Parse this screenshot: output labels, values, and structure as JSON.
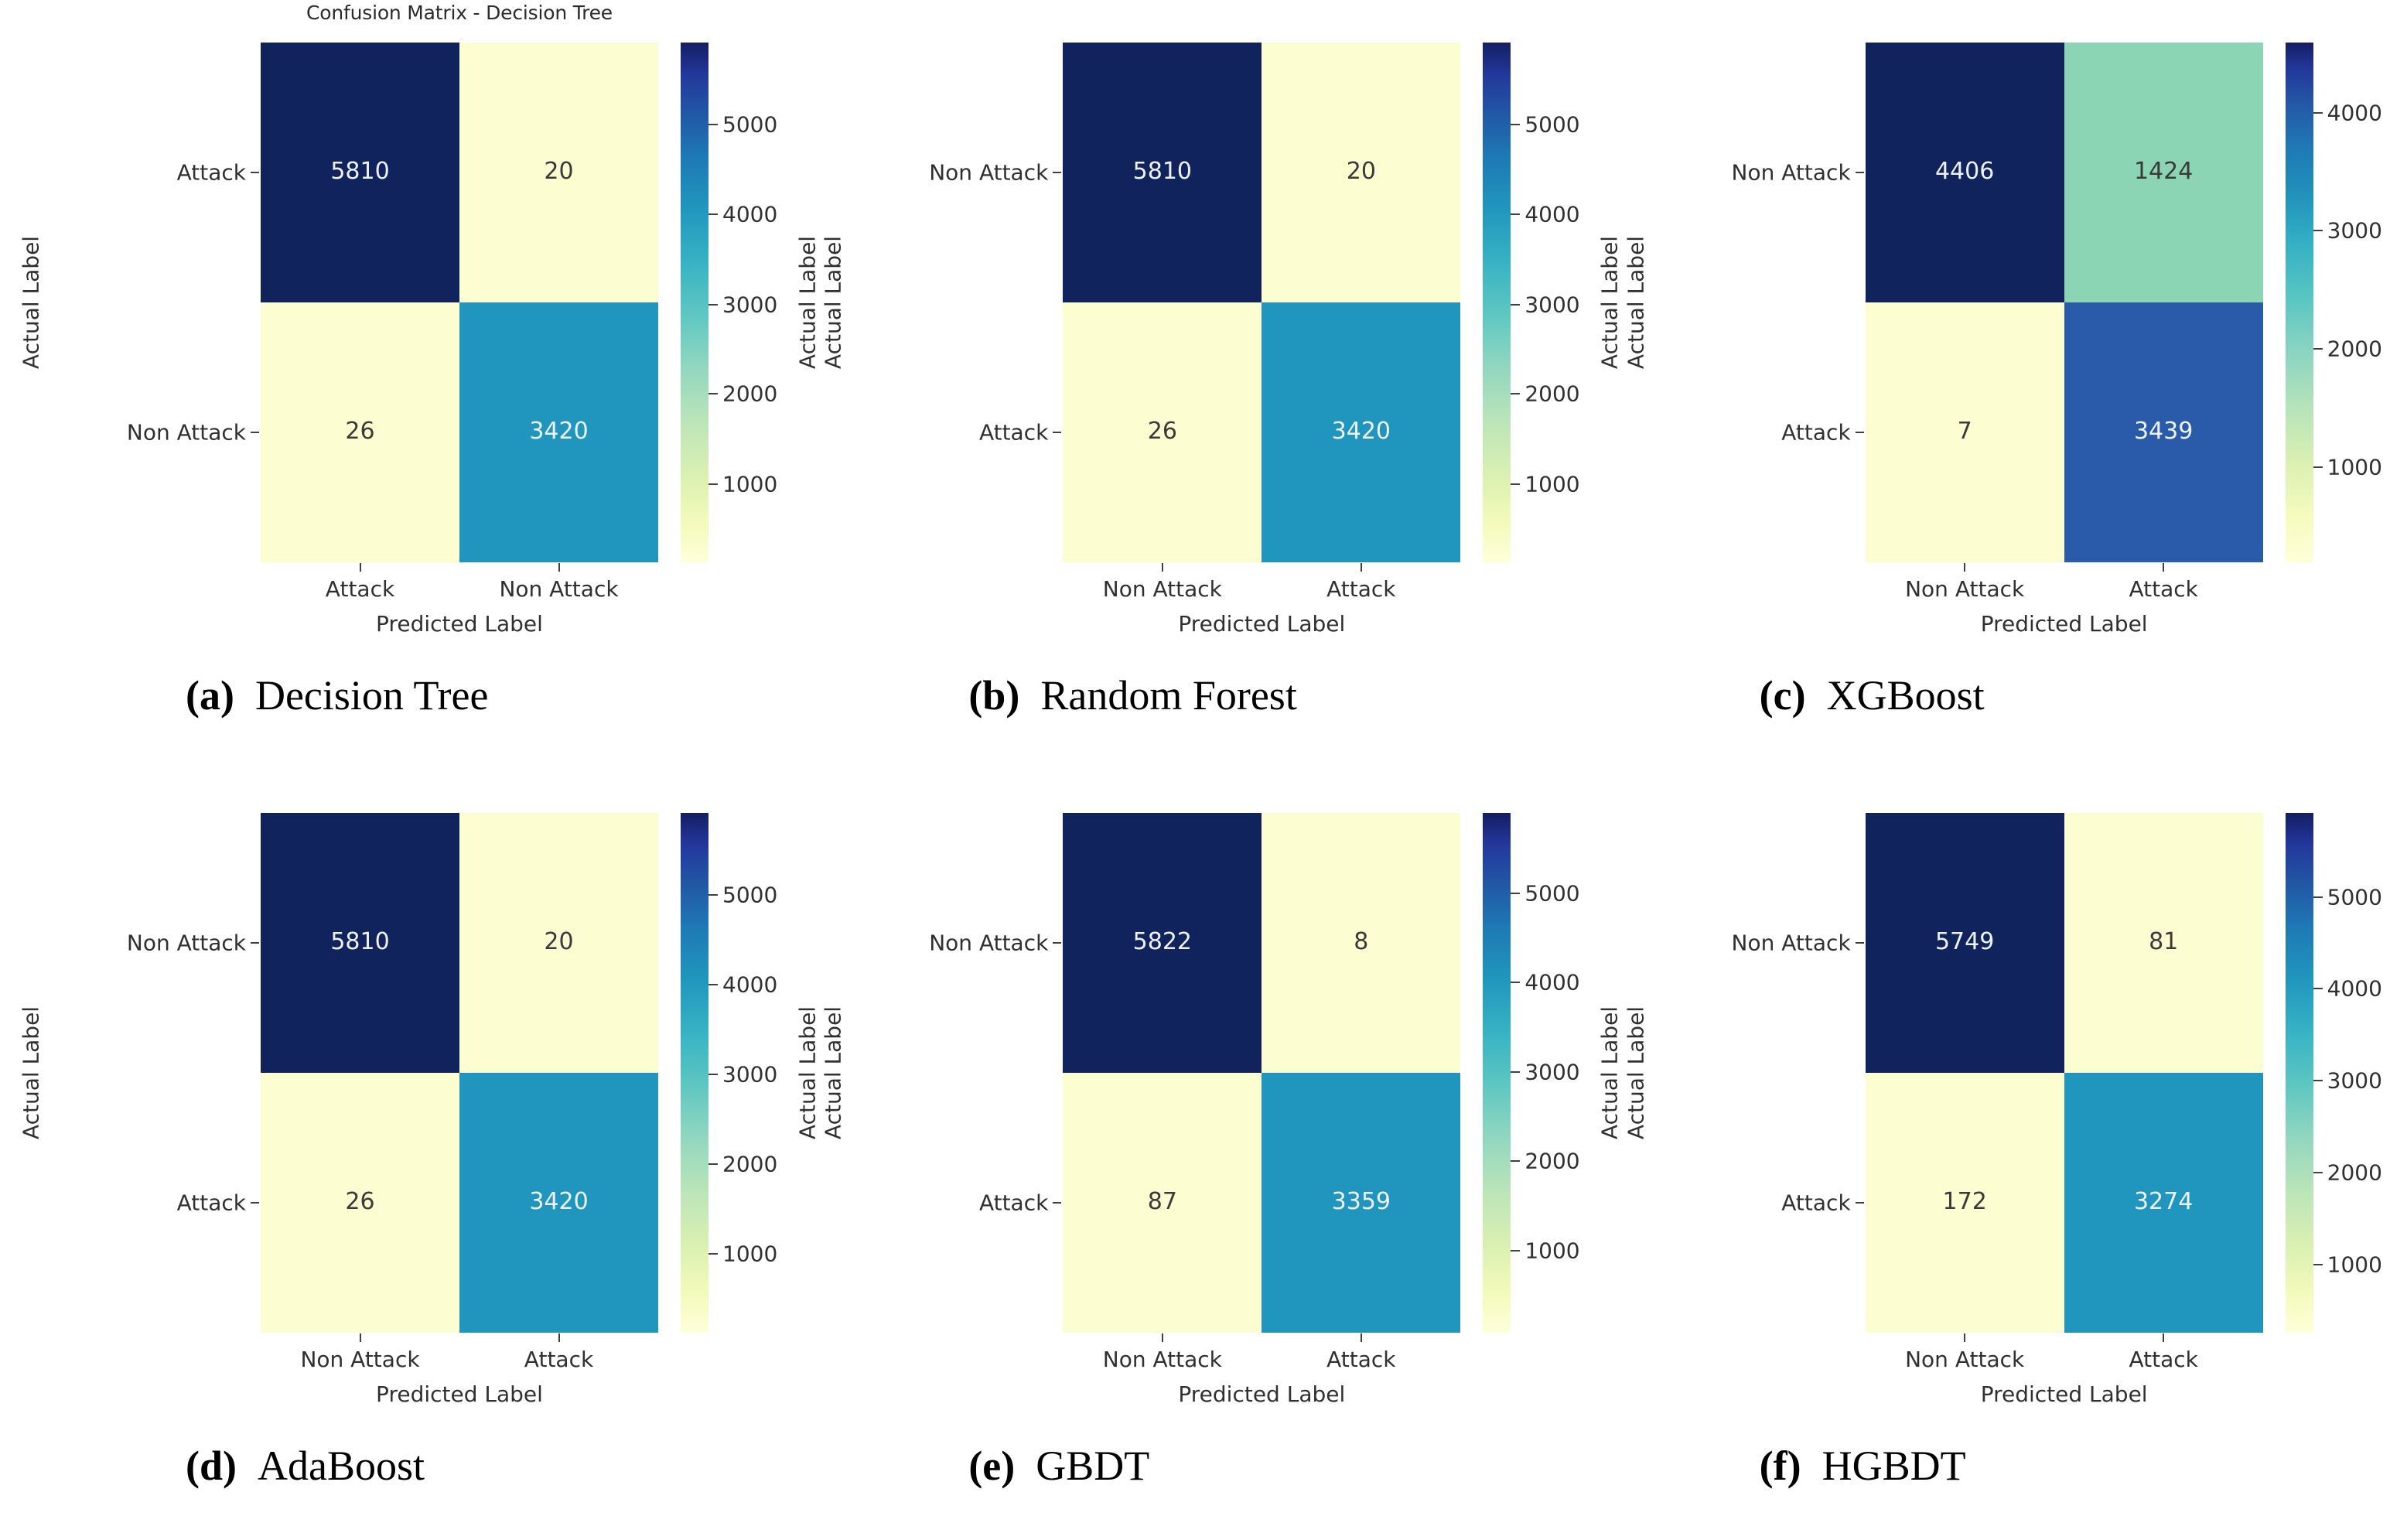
{
  "figure": {
    "rows": 2,
    "cols": 3,
    "background": "#ffffff"
  },
  "colors": {
    "cmap": "YlGnBu",
    "dark_navy": "#0d1f5c",
    "teal": "#2096be",
    "pale_yellow": "#fcfdd0",
    "mint_green": "#8cd5b4",
    "royal_blue": "#2a5bab",
    "text_dark": "#303030",
    "text_light": "#f2f5f8"
  },
  "panels": [
    {
      "id": "a",
      "caption_letter": "(a)",
      "caption_text": "Decision Tree",
      "title": "Confusion Matrix - Decision Tree",
      "xlabel": "Predicted Label",
      "ylabel": "Actual Label",
      "row_labels": [
        "Attack",
        "Non Attack"
      ],
      "col_labels": [
        "Attack",
        "Non Attack"
      ],
      "cells": [
        {
          "value": "5810",
          "bg": "#11235c",
          "fg": "#eef1f6"
        },
        {
          "value": "20",
          "bg": "#fcfdd0",
          "fg": "#3a3a3a"
        },
        {
          "value": "26",
          "bg": "#fcfdd0",
          "fg": "#3a3a3a"
        },
        {
          "value": "3420",
          "bg": "#2096be",
          "fg": "#eef1f6"
        }
      ],
      "cbar": {
        "ticks": [
          "5000",
          "4000",
          "3000",
          "2000",
          "1000"
        ],
        "tick_pos": [
          0.158,
          0.331,
          0.504,
          0.676,
          0.849
        ],
        "vmin": 20,
        "vmax": 5810
      },
      "cbar_label": "Actual Label"
    },
    {
      "id": "b",
      "caption_letter": "(b)",
      "caption_text": "Random Forest",
      "title": "",
      "xlabel": "Predicted Label",
      "ylabel": "Actual Label",
      "row_labels": [
        "Non Attack",
        "Attack"
      ],
      "col_labels": [
        "Non Attack",
        "Attack"
      ],
      "cells": [
        {
          "value": "5810",
          "bg": "#11235c",
          "fg": "#eef1f6"
        },
        {
          "value": "20",
          "bg": "#fcfdd0",
          "fg": "#3a3a3a"
        },
        {
          "value": "26",
          "bg": "#fcfdd0",
          "fg": "#3a3a3a"
        },
        {
          "value": "3420",
          "bg": "#2096be",
          "fg": "#eef1f6"
        }
      ],
      "cbar": {
        "ticks": [
          "5000",
          "4000",
          "3000",
          "2000",
          "1000"
        ],
        "tick_pos": [
          0.158,
          0.331,
          0.504,
          0.676,
          0.849
        ],
        "vmin": 20,
        "vmax": 5810
      },
      "cbar_label": "Actual Label"
    },
    {
      "id": "c",
      "caption_letter": "(c)",
      "caption_text": "XGBoost",
      "title": "",
      "xlabel": "Predicted Label",
      "ylabel": "Actual Label",
      "row_labels": [
        "Non Attack",
        "Attack"
      ],
      "col_labels": [
        "Non Attack",
        "Attack"
      ],
      "cells": [
        {
          "value": "4406",
          "bg": "#11235c",
          "fg": "#eef1f6"
        },
        {
          "value": "1424",
          "bg": "#8cd5b4",
          "fg": "#3a3a3a"
        },
        {
          "value": "7",
          "bg": "#fcfdd0",
          "fg": "#3a3a3a"
        },
        {
          "value": "3439",
          "bg": "#2a5bab",
          "fg": "#eef1f6"
        }
      ],
      "cbar": {
        "ticks": [
          "4000",
          "3000",
          "2000",
          "1000"
        ],
        "tick_pos": [
          0.135,
          0.362,
          0.59,
          0.817
        ],
        "vmin": 7,
        "vmax": 4406
      },
      "cbar_label": ""
    },
    {
      "id": "d",
      "caption_letter": "(d)",
      "caption_text": "AdaBoost",
      "title": "",
      "xlabel": "Predicted Label",
      "ylabel": "Actual Label",
      "row_labels": [
        "Non Attack",
        "Attack"
      ],
      "col_labels": [
        "Non Attack",
        "Attack"
      ],
      "cells": [
        {
          "value": "5810",
          "bg": "#11235c",
          "fg": "#eef1f6"
        },
        {
          "value": "20",
          "bg": "#fcfdd0",
          "fg": "#3a3a3a"
        },
        {
          "value": "26",
          "bg": "#fcfdd0",
          "fg": "#3a3a3a"
        },
        {
          "value": "3420",
          "bg": "#2096be",
          "fg": "#eef1f6"
        }
      ],
      "cbar": {
        "ticks": [
          "5000",
          "4000",
          "3000",
          "2000",
          "1000"
        ],
        "tick_pos": [
          0.158,
          0.331,
          0.504,
          0.676,
          0.849
        ],
        "vmin": 20,
        "vmax": 5810
      },
      "cbar_label": "Actual Label"
    },
    {
      "id": "e",
      "caption_letter": "(e)",
      "caption_text": "GBDT",
      "title": "",
      "xlabel": "Predicted Label",
      "ylabel": "Actual Label",
      "row_labels": [
        "Non Attack",
        "Attack"
      ],
      "col_labels": [
        "Non Attack",
        "Attack"
      ],
      "cells": [
        {
          "value": "5822",
          "bg": "#11235c",
          "fg": "#eef1f6"
        },
        {
          "value": "8",
          "bg": "#fcfdd0",
          "fg": "#3a3a3a"
        },
        {
          "value": "87",
          "bg": "#fcfdd0",
          "fg": "#3a3a3a"
        },
        {
          "value": "3359",
          "bg": "#2096be",
          "fg": "#eef1f6"
        }
      ],
      "cbar": {
        "ticks": [
          "5000",
          "4000",
          "3000",
          "2000",
          "1000"
        ],
        "tick_pos": [
          0.155,
          0.327,
          0.499,
          0.671,
          0.843
        ],
        "vmin": 8,
        "vmax": 5822
      },
      "cbar_label": "Actual Label"
    },
    {
      "id": "f",
      "caption_letter": "(f)",
      "caption_text": "HGBDT",
      "title": "",
      "xlabel": "Predicted Label",
      "ylabel": "Actual Label",
      "row_labels": [
        "Non Attack",
        "Attack"
      ],
      "col_labels": [
        "Non Attack",
        "Attack"
      ],
      "cells": [
        {
          "value": "5749",
          "bg": "#11235c",
          "fg": "#eef1f6"
        },
        {
          "value": "81",
          "bg": "#fcfdd0",
          "fg": "#3a3a3a"
        },
        {
          "value": "172",
          "bg": "#fcfdd0",
          "fg": "#3a3a3a"
        },
        {
          "value": "3274",
          "bg": "#2096be",
          "fg": "#eef1f6"
        }
      ],
      "cbar": {
        "ticks": [
          "5000",
          "4000",
          "3000",
          "2000",
          "1000"
        ],
        "tick_pos": [
          0.163,
          0.339,
          0.516,
          0.693,
          0.87
        ],
        "vmin": 81,
        "vmax": 5749
      },
      "cbar_label": ""
    }
  ],
  "chart_data": {
    "type": "heatmap",
    "description": "Six confusion matrices (2x2) for tree-based classifiers on attack detection",
    "grid": {
      "rows": 2,
      "cols": 3
    },
    "colormap": "YlGnBu",
    "xlabel": "Predicted Label",
    "ylabel": "Actual Label",
    "cbar_label": "Actual Label",
    "matrices": [
      {
        "panel": "a",
        "model": "Decision Tree",
        "title": "Confusion Matrix - Decision Tree",
        "row_labels": [
          "Attack",
          "Non Attack"
        ],
        "col_labels": [
          "Attack",
          "Non Attack"
        ],
        "values": [
          [
            5810,
            20
          ],
          [
            26,
            3420
          ]
        ],
        "cbar_ticks": [
          1000,
          2000,
          3000,
          4000,
          5000
        ]
      },
      {
        "panel": "b",
        "model": "Random Forest",
        "title": "",
        "row_labels": [
          "Non Attack",
          "Attack"
        ],
        "col_labels": [
          "Non Attack",
          "Attack"
        ],
        "values": [
          [
            5810,
            20
          ],
          [
            26,
            3420
          ]
        ],
        "cbar_ticks": [
          1000,
          2000,
          3000,
          4000,
          5000
        ]
      },
      {
        "panel": "c",
        "model": "XGBoost",
        "title": "",
        "row_labels": [
          "Non Attack",
          "Attack"
        ],
        "col_labels": [
          "Non Attack",
          "Attack"
        ],
        "values": [
          [
            4406,
            1424
          ],
          [
            7,
            3439
          ]
        ],
        "cbar_ticks": [
          1000,
          2000,
          3000,
          4000
        ]
      },
      {
        "panel": "d",
        "model": "AdaBoost",
        "title": "",
        "row_labels": [
          "Non Attack",
          "Attack"
        ],
        "col_labels": [
          "Non Attack",
          "Attack"
        ],
        "values": [
          [
            5810,
            20
          ],
          [
            26,
            3420
          ]
        ],
        "cbar_ticks": [
          1000,
          2000,
          3000,
          4000,
          5000
        ]
      },
      {
        "panel": "e",
        "model": "GBDT",
        "title": "",
        "row_labels": [
          "Non Attack",
          "Attack"
        ],
        "col_labels": [
          "Non Attack",
          "Attack"
        ],
        "values": [
          [
            5822,
            8
          ],
          [
            87,
            3359
          ]
        ],
        "cbar_ticks": [
          1000,
          2000,
          3000,
          4000,
          5000
        ]
      },
      {
        "panel": "f",
        "model": "HGBDT",
        "title": "",
        "row_labels": [
          "Non Attack",
          "Attack"
        ],
        "col_labels": [
          "Non Attack",
          "Attack"
        ],
        "values": [
          [
            5749,
            81
          ],
          [
            172,
            3274
          ]
        ],
        "cbar_ticks": [
          1000,
          2000,
          3000,
          4000,
          5000
        ]
      }
    ]
  }
}
